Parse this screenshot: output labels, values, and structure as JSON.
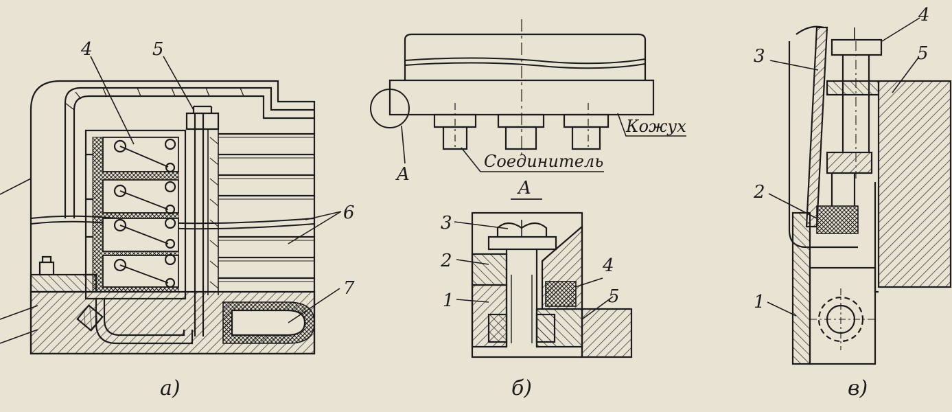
{
  "colors": {
    "paper": "#e9e3d3",
    "ink": "#1b1b1b",
    "hatch": "#3a3a3a"
  },
  "view_a": {
    "caption": "а)",
    "callouts": {
      "n4": "4",
      "n5": "5",
      "n6": "6",
      "n7": "7"
    }
  },
  "view_b": {
    "caption": "б)",
    "labels": {
      "cover": "Кожух",
      "connector": "Соединитель",
      "circle_mark": "A",
      "section_title": "A"
    },
    "callouts": {
      "n1": "1",
      "n2": "2",
      "n3": "3",
      "n4": "4",
      "n5": "5"
    }
  },
  "view_c": {
    "caption": "в)",
    "callouts": {
      "n1": "1",
      "n2": "2",
      "n3": "3",
      "n4": "4",
      "n5": "5"
    }
  }
}
